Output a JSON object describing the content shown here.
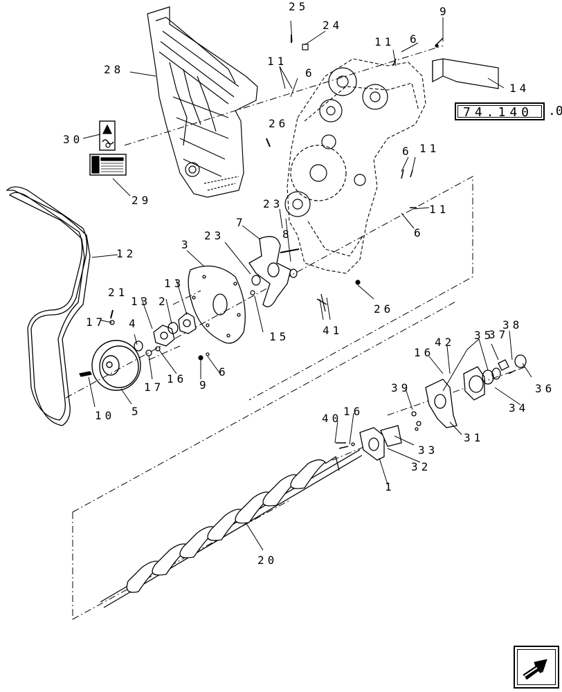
{
  "reference": {
    "code": "74.140",
    "suffix": ".0"
  },
  "callouts": [
    {
      "id": "c25",
      "text": "25"
    },
    {
      "id": "c24",
      "text": "24"
    },
    {
      "id": "c9a",
      "text": "9"
    },
    {
      "id": "c11a",
      "text": "11"
    },
    {
      "id": "c6a",
      "text": "6"
    },
    {
      "id": "c28",
      "text": "28"
    },
    {
      "id": "c11b",
      "text": "11"
    },
    {
      "id": "c6b",
      "text": "6"
    },
    {
      "id": "c14",
      "text": "14"
    },
    {
      "id": "c26a",
      "text": "26"
    },
    {
      "id": "c30",
      "text": "30"
    },
    {
      "id": "c6c",
      "text": "6"
    },
    {
      "id": "c11c",
      "text": "11"
    },
    {
      "id": "c29",
      "text": "29"
    },
    {
      "id": "c23a",
      "text": "23"
    },
    {
      "id": "c11d",
      "text": "11"
    },
    {
      "id": "c6d",
      "text": "6"
    },
    {
      "id": "c7a",
      "text": "7"
    },
    {
      "id": "c8",
      "text": "8"
    },
    {
      "id": "c23b",
      "text": "23"
    },
    {
      "id": "c3",
      "text": "3"
    },
    {
      "id": "c12",
      "text": "12"
    },
    {
      "id": "c13a",
      "text": "13"
    },
    {
      "id": "c21",
      "text": "21"
    },
    {
      "id": "c13b",
      "text": "13"
    },
    {
      "id": "c2",
      "text": "2"
    },
    {
      "id": "c26b",
      "text": "26"
    },
    {
      "id": "c41",
      "text": "41"
    },
    {
      "id": "c17a",
      "text": "17"
    },
    {
      "id": "c4",
      "text": "4"
    },
    {
      "id": "c15",
      "text": "15"
    },
    {
      "id": "c9b",
      "text": "9"
    },
    {
      "id": "c6e",
      "text": "6"
    },
    {
      "id": "c17b",
      "text": "17"
    },
    {
      "id": "c16a",
      "text": "16"
    },
    {
      "id": "c10",
      "text": "10"
    },
    {
      "id": "c5",
      "text": "5"
    },
    {
      "id": "c42",
      "text": "42"
    },
    {
      "id": "c35",
      "text": "35"
    },
    {
      "id": "c37",
      "text": "37"
    },
    {
      "id": "c38",
      "text": "38"
    },
    {
      "id": "c16b",
      "text": "16"
    },
    {
      "id": "c36",
      "text": "36"
    },
    {
      "id": "c39",
      "text": "39"
    },
    {
      "id": "c34",
      "text": "34"
    },
    {
      "id": "c40",
      "text": "40"
    },
    {
      "id": "c16c",
      "text": "16"
    },
    {
      "id": "c31",
      "text": "31"
    },
    {
      "id": "c33",
      "text": "33"
    },
    {
      "id": "c32",
      "text": "32"
    },
    {
      "id": "c1",
      "text": "1"
    },
    {
      "id": "c20",
      "text": "20"
    }
  ],
  "icons": {
    "nav": "next-page-arrow-icon"
  }
}
